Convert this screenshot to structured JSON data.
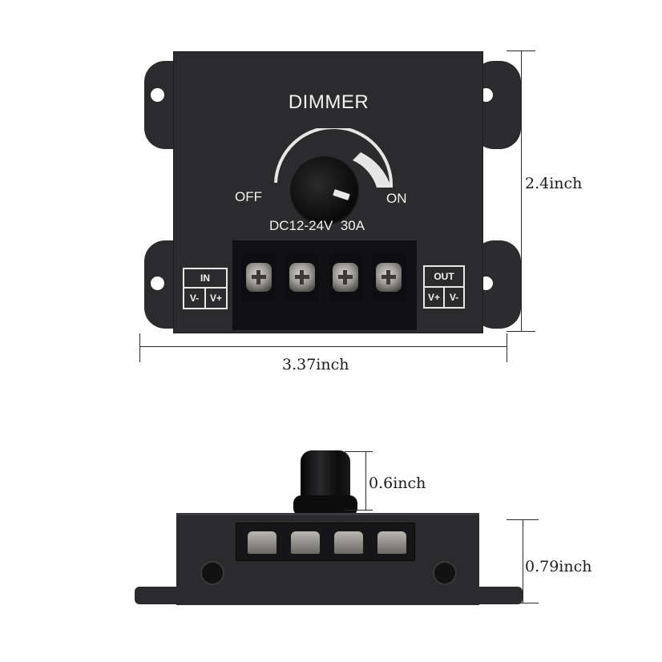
{
  "top_view": {
    "title": "DIMMER",
    "knob_left_label": "OFF",
    "knob_right_label": "ON",
    "rating": "DC12-24V  30A",
    "input_block": {
      "header": "IN",
      "terminals": [
        "V-",
        "V+"
      ]
    },
    "output_block": {
      "header": "OUT",
      "terminals": [
        "V+",
        "V-"
      ]
    },
    "terminal_count": 4
  },
  "dimensions": {
    "height": "2.4inch",
    "width": "3.37inch",
    "knob_height": "0.6inch",
    "body_depth": "0.79inch"
  },
  "colors": {
    "housing": "#2b2b2d",
    "text": "#f2f2f2",
    "dimension_line": "#2a2a2a",
    "background": "#ffffff"
  }
}
